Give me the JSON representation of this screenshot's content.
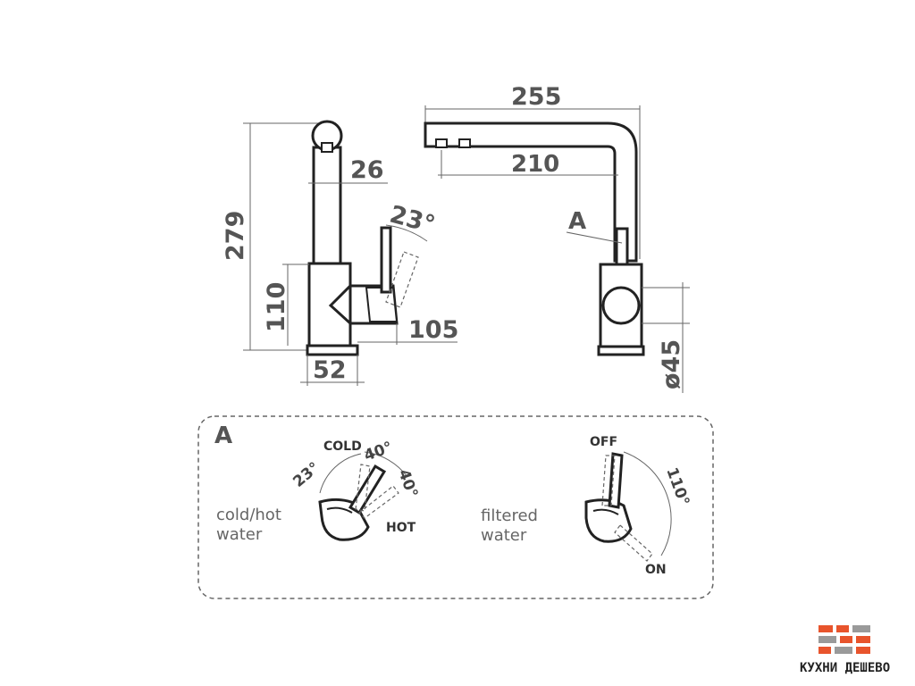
{
  "dimensions": {
    "height_total": "279",
    "spout_diameter": "26",
    "lever_angle": "23°",
    "body_height": "110",
    "body_depth": "105",
    "base_width": "52",
    "spout_reach": "255",
    "spout_inner_reach": "210",
    "callout": "A",
    "base_diameter": "ø45"
  },
  "detail": {
    "label": "A",
    "cold_hot": {
      "description_line1": "cold/hot",
      "description_line2": "water",
      "cold_label": "COLD",
      "hot_label": "HOT",
      "angle_23": "23°",
      "angle_40a": "40°",
      "angle_40b": "40°"
    },
    "filtered": {
      "description_line1": "filtered",
      "description_line2": "water",
      "off_label": "OFF",
      "on_label": "ON",
      "angle_110": "110°"
    }
  },
  "logo": {
    "text": "КУХНИ ДЕШЕВО",
    "colors": {
      "orange": "#e8542c",
      "gray": "#9a9a9a"
    }
  }
}
